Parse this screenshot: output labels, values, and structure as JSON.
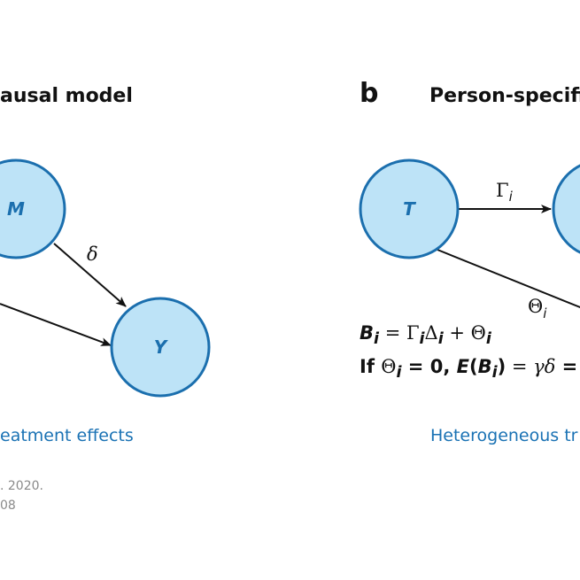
{
  "panel_a": {
    "title": "ausal model",
    "caption": "eatment effects",
    "nodes": [
      {
        "id": "M",
        "label": "M"
      },
      {
        "id": "Y",
        "label": "Y"
      }
    ],
    "edges": [
      {
        "from": "M",
        "to": "Y",
        "label": "δ"
      },
      {
        "from": "offscreen-left",
        "to": "Y",
        "label": ""
      }
    ],
    "source_lines": [
      ". 2020.",
      "08"
    ]
  },
  "panel_b": {
    "letter": "b",
    "title": "Person-specific",
    "caption": "Heterogeneous tr",
    "nodes": [
      {
        "id": "T",
        "label": "T"
      },
      {
        "id": "M",
        "label": ""
      }
    ],
    "edges": [
      {
        "from": "T",
        "to": "M",
        "label_main": "Γ",
        "label_sub": "i"
      },
      {
        "from": "T",
        "to": "offscreen-right",
        "label_main": "Θ",
        "label_sub": "i"
      }
    ],
    "equations": {
      "line1": {
        "B": "B",
        "sub1": "i",
        "eq": " = ",
        "gamma": "Γ",
        "sub2": "i",
        "delta": "Δ",
        "sub3": "i",
        "plus": " + ",
        "theta": "Θ",
        "sub4": "i"
      },
      "line2": {
        "if": "If ",
        "theta": "Θ",
        "sub1": "i",
        "eq0": " = 0, ",
        "E": "E",
        "open": "(",
        "B": "B",
        "sub2": "i",
        "close": ")",
        "eq": " = ",
        "gd": "γδ",
        "eq2": " = C"
      }
    }
  },
  "colors": {
    "node_fill": "#bde3f7",
    "node_stroke": "#1b6fae",
    "caption": "#1a72b4",
    "source": "#8a8a8a"
  }
}
